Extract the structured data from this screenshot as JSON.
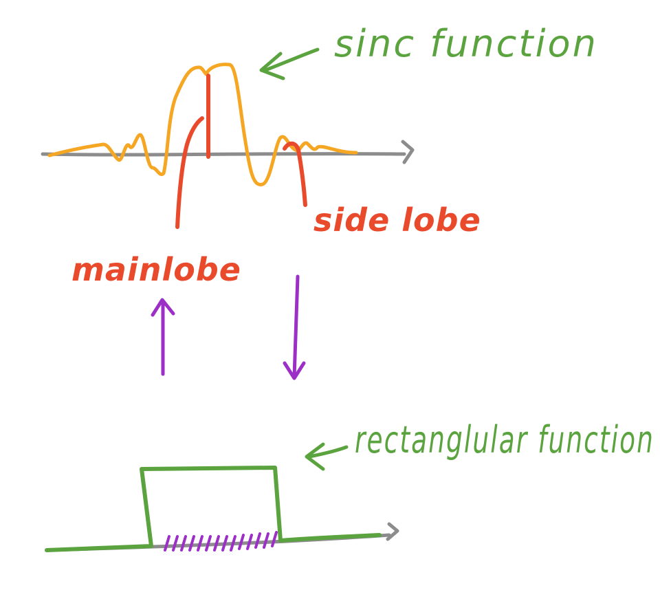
{
  "labels": {
    "sinc": "sinc function",
    "rect": "rectanglular function",
    "side_lobe": "side lobe",
    "main_lobe": "mainlobe"
  },
  "colors": {
    "axis": "#8c8c8c",
    "sinc": "#f5a623",
    "annotation_red": "#ea4a2c",
    "label_green": "#5aa33e",
    "rect": "#5aa33e",
    "arrow_purple": "#9b2fc6"
  }
}
